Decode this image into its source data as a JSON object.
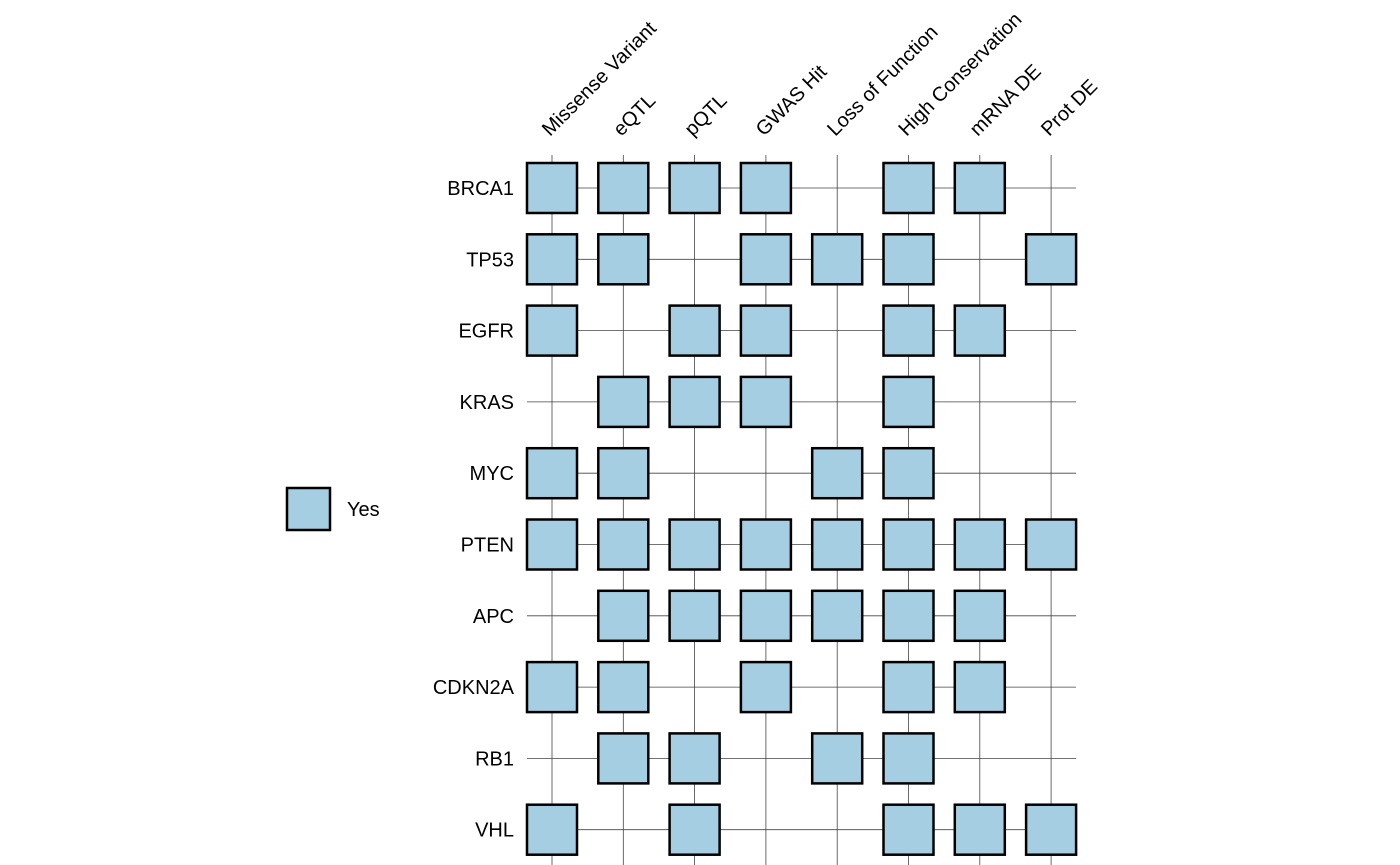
{
  "chart_data": {
    "type": "heatmap",
    "title": "",
    "xlabel": "",
    "ylabel": "",
    "columns": [
      "Missense Variant",
      "eQTL",
      "pQTL",
      "GWAS Hit",
      "Loss of Function",
      "High Conservation",
      "mRNA DE",
      "Prot DE"
    ],
    "rows": [
      "BRCA1",
      "TP53",
      "EGFR",
      "KRAS",
      "MYC",
      "PTEN",
      "APC",
      "CDKN2A",
      "RB1",
      "VHL"
    ],
    "values": [
      [
        1,
        1,
        1,
        1,
        0,
        1,
        1,
        0
      ],
      [
        1,
        1,
        0,
        1,
        1,
        1,
        0,
        1
      ],
      [
        1,
        0,
        1,
        1,
        0,
        1,
        1,
        0
      ],
      [
        0,
        1,
        1,
        1,
        0,
        1,
        0,
        0
      ],
      [
        1,
        1,
        0,
        0,
        1,
        1,
        0,
        0
      ],
      [
        1,
        1,
        1,
        1,
        1,
        1,
        1,
        1
      ],
      [
        0,
        1,
        1,
        1,
        1,
        1,
        1,
        0
      ],
      [
        1,
        1,
        0,
        1,
        0,
        1,
        1,
        0
      ],
      [
        0,
        1,
        1,
        0,
        1,
        1,
        0,
        0
      ],
      [
        1,
        0,
        1,
        0,
        0,
        1,
        1,
        1
      ]
    ],
    "legend": [
      {
        "label": "Yes",
        "value": 1,
        "color": "#a6cee3"
      }
    ],
    "legend_position": "left",
    "grid": true,
    "colors": {
      "filled": "#a6cee3",
      "border": "#000000",
      "grid": "#444444"
    }
  }
}
